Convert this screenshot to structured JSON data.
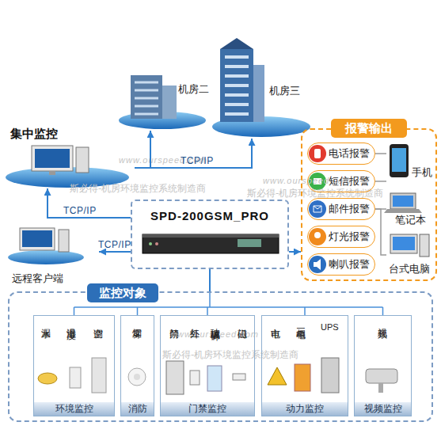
{
  "diagram": {
    "nodes": [
      {
        "text": [
          "集中监控"
        ]
      },
      {
        "text": [
          "机房二"
        ]
      },
      {
        "text": [
          "机房三"
        ]
      },
      {
        "text": [
          "远程客户端"
        ]
      },
      {
        "text": [
          "SPD-200GSM_PRO"
        ]
      },
      {
        "text": [
          "报警输出"
        ]
      },
      {
        "text": [
          "电话报警"
        ],
        "in": 5
      },
      {
        "text": [
          "短信报警"
        ],
        "in": 5
      },
      {
        "text": [
          "邮件报警"
        ],
        "in": 5
      },
      {
        "text": [
          "灯光报警"
        ],
        "in": 5
      },
      {
        "text": [
          "喇叭报警"
        ],
        "in": 5
      },
      {
        "text": [
          "手机"
        ],
        "in": 5
      },
      {
        "text": [
          "笔记本"
        ],
        "in": 5
      },
      {
        "text": [
          "台式电脑"
        ],
        "in": 5
      },
      {
        "text": [
          "监控对象"
        ]
      },
      {
        "text": [
          "漏水",
          "温湿度",
          "空调",
          "环境监控"
        ],
        "in": 14
      },
      {
        "text": [
          "烟雾",
          "消防"
        ],
        "in": 14
      },
      {
        "text": [
          "门禁",
          "红外",
          "玻璃破碎",
          "门磁",
          "门禁监控"
        ],
        "in": 14
      },
      {
        "text": [
          "市电",
          "三相电",
          "UPS",
          "动力监控"
        ],
        "in": 14
      },
      {
        "text": [
          "视频",
          "视频监控"
        ],
        "in": 14
      }
    ],
    "edges": [
      {
        "from": 4,
        "to": 0,
        "label": "TCP/IP",
        "arrow": "to"
      },
      {
        "from": 0,
        "to": 1,
        "arrow": "to"
      },
      {
        "from": 0,
        "to": 2,
        "label": "TCP/IP",
        "arrow": "to"
      },
      {
        "from": 4,
        "to": 3,
        "label": "TCP/IP",
        "arrow": "to"
      },
      {
        "from": 4,
        "to": 5,
        "arrow": "to"
      },
      {
        "from": 4,
        "to": 14,
        "arrow": "none"
      },
      {
        "from": 6,
        "to": 11,
        "arrow": "none"
      },
      {
        "from": 7,
        "to": 11,
        "arrow": "none"
      },
      {
        "from": 8,
        "to": 12,
        "arrow": "none"
      },
      {
        "from": 8,
        "to": 13,
        "arrow": "none"
      }
    ],
    "labels": [
      "www.ourspeed.com",
      "斯必得-机房环境监控系统制造商",
      "www.ourspeed.com",
      "斯必得-机房环境监控系统制造商",
      "www.ourspeed.com",
      "斯必得-机房环境监控系统制造商"
    ]
  }
}
